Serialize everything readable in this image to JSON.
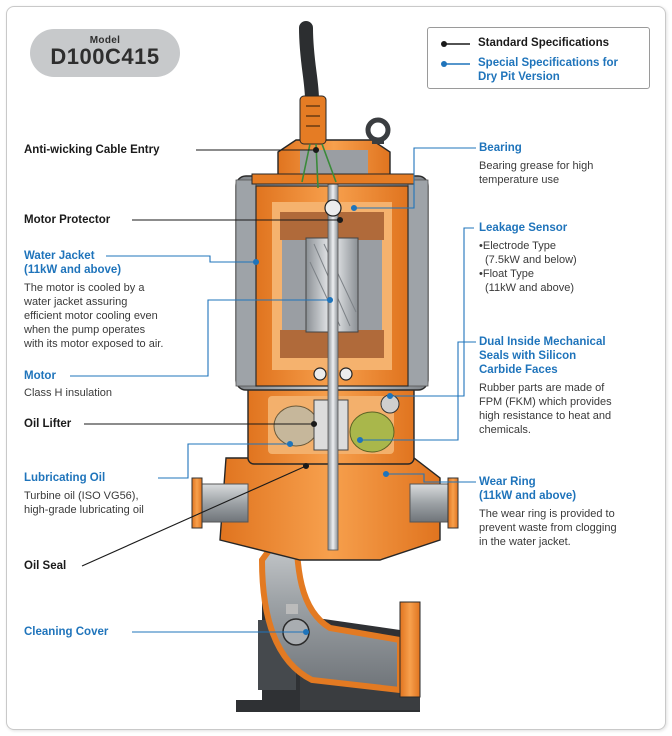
{
  "model": {
    "label": "Model",
    "code": "D100C415"
  },
  "legend": {
    "standard": "Standard Specifications",
    "special_line1": "Special Specifications for",
    "special_line2": "Dry Pit Version"
  },
  "colors": {
    "standard": "#1a1a1a",
    "special": "#1f74bb",
    "casing": "#f28a2e",
    "body": "#a9adb1",
    "base": "#2f3134"
  },
  "labels": {
    "cable_entry": "Anti-wicking Cable Entry",
    "motor_protector": "Motor Protector",
    "water_jacket_1": "Water Jacket",
    "water_jacket_2": "(11kW and above)",
    "water_jacket_desc": [
      "The motor is cooled by a",
      "water jacket assuring",
      "efficient motor cooling even",
      "when the pump operates",
      "with its motor exposed to air."
    ],
    "motor": "Motor",
    "motor_desc": "Class H insulation",
    "oil_lifter": "Oil Lifter",
    "lubricating_oil": "Lubricating Oil",
    "lubricating_oil_desc": [
      "Turbine oil (ISO VG56),",
      "high-grade lubricating oil"
    ],
    "oil_seal": "Oil Seal",
    "cleaning_cover": "Cleaning Cover",
    "bearing": "Bearing",
    "bearing_desc": [
      "Bearing grease for high",
      "temperature use"
    ],
    "leakage_sensor": "Leakage Sensor",
    "leakage_sensor_desc": [
      "•Electrode Type",
      "(7.5kW and below)",
      "•Float Type",
      "(11kW and above)"
    ],
    "seals_1": "Dual Inside Mechanical",
    "seals_2": "Seals with Silicon",
    "seals_3": "Carbide Faces",
    "seals_desc": [
      "Rubber parts are made of",
      "FPM (FKM) which provides",
      "high resistance to heat and",
      "chemicals."
    ],
    "wear_ring_1": "Wear Ring",
    "wear_ring_2": "(11kW and above)",
    "wear_ring_desc": [
      "The wear ring is provided to",
      "prevent waste from clogging",
      "in the water jacket."
    ]
  }
}
